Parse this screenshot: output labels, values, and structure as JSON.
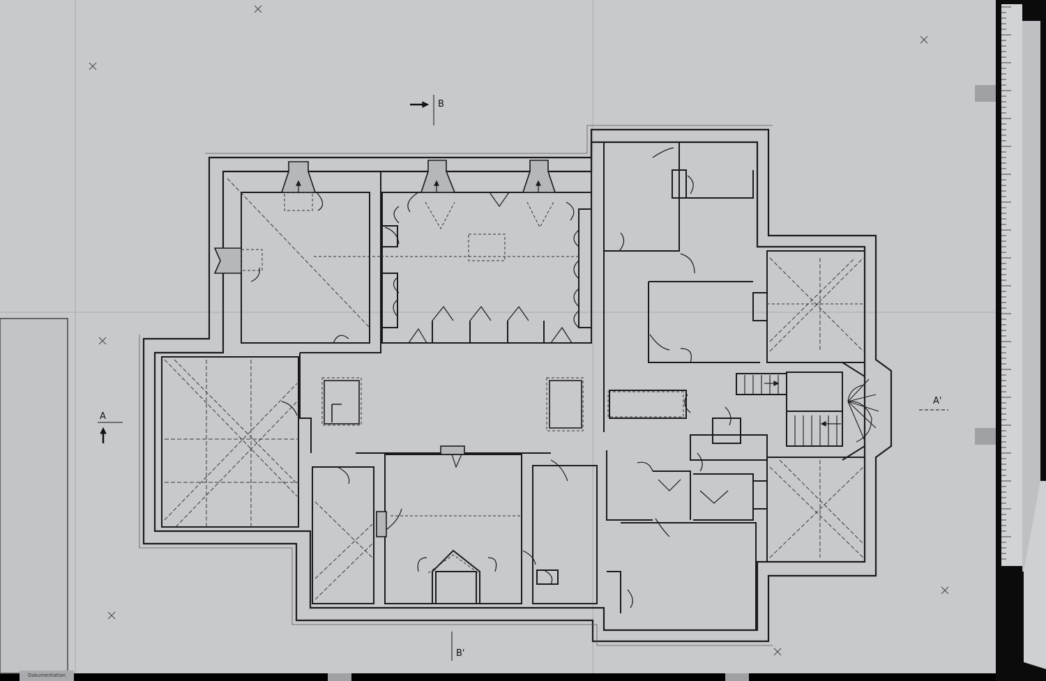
{
  "sheet": {
    "paper_color": "#c8c9cc",
    "ink_color": "#1a1a1a",
    "background_color": "#000000"
  },
  "labels": {
    "section_b_top": "B",
    "section_b_bottom": "B'",
    "section_a_left": "A",
    "section_a_right": "A'"
  },
  "stamp": {
    "text": "Dokumentation"
  },
  "icons": {
    "section_arrow": "section-arrow-icon",
    "registration_cross": "registration-cross-icon",
    "scale_ruler": "ruler-icon"
  }
}
